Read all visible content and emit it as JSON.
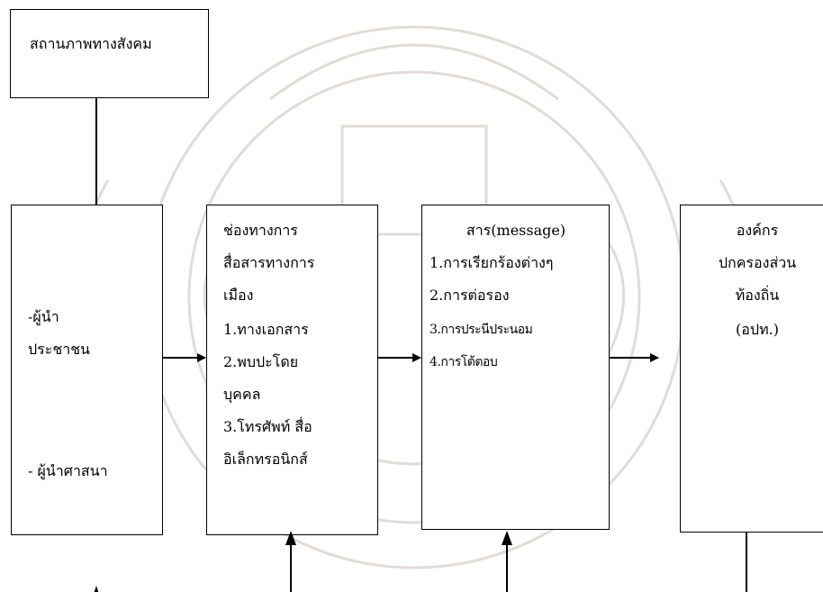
{
  "status_box": {
    "title": "สถานภาพทางสังคม"
  },
  "leaders_box": {
    "lines": [
      "-ผู้นำ",
      "ประชาชน",
      "- ผู้นำศาสนา"
    ]
  },
  "channels_box": {
    "lines": [
      "ช่องทางการ",
      "สื่อสารทางการ",
      "เมือง",
      "1.ทางเอกสาร",
      "2.พบปะโดย",
      "บุคคล",
      "3.โทรศัพท์ สื่อ",
      "อิเล็กทรอนิกส์"
    ]
  },
  "message_box": {
    "lines": [
      "สาร(message)",
      "1.การเรียกร้องต่างๆ",
      "2.การต่อรอง",
      "3.การประนีประนอม",
      "4.การโต้ตอบ"
    ]
  },
  "org_box": {
    "lines": [
      "องค์กร",
      "ปกครองส่วน",
      "ท้องถิ่น",
      "(อปท.)"
    ]
  },
  "colors": {
    "stroke": "#000000",
    "background": "#ffffff",
    "watermark": "#d9d2cc"
  }
}
